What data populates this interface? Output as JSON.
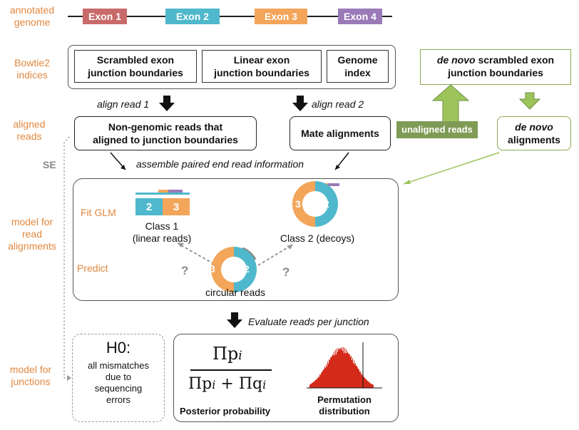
{
  "side_labels": {
    "annotated_genome": "annotated\ngenome",
    "bowtie2_indices": "Bowtie2\nindices",
    "aligned_reads": "aligned\nreads",
    "model_read_alignments": "model for\nread\nalignments",
    "model_junctions": "model for\njunctions"
  },
  "genome": {
    "exons": [
      {
        "label": "Exon 1",
        "color": "#c96a6a"
      },
      {
        "label": "Exon 2",
        "color": "#4fb8cc"
      },
      {
        "label": "Exon 3",
        "color": "#f3a55a"
      },
      {
        "label": "Exon 4",
        "color": "#9a7ab8"
      }
    ]
  },
  "indices": {
    "scrambled": "Scrambled exon\njunction boundaries",
    "linear": "Linear exon\njunction boundaries",
    "genome": "Genome\nindex"
  },
  "de_novo": {
    "scrambled_prefix": "de novo",
    "scrambled_rest": " scrambled exon\njunction boundaries",
    "alignments_prefix": "de novo",
    "alignments_rest": "alignments",
    "unaligned_reads": "unaligned reads"
  },
  "alignment": {
    "align_read1": "align read 1",
    "align_read2": "align read 2",
    "non_genomic": "Non-genomic reads that\naligned to junction boundaries",
    "mate": "Mate alignments",
    "se_label": "SE",
    "assemble": "assemble paired end read information"
  },
  "model": {
    "fit_glm": "Fit GLM",
    "predict": "Predict",
    "class1": "Class 1\n(linear reads)",
    "class2": "Class 2 (decoys)",
    "circular": "circular reads",
    "question": "?",
    "bar_left": "2",
    "bar_right": "3",
    "donut_left": "3",
    "donut_right": "2"
  },
  "junctions": {
    "evaluate": "Evaluate reads per junction",
    "h0_title": "H0:",
    "h0_text": "all mismatches\ndue to\nsequencing\nerrors",
    "posterior": "Posterior probability",
    "permutation": "Permutation\ndistribution",
    "formula_num": "Πp",
    "formula_den_left": "Πp",
    "formula_den_right": "Πq",
    "formula_plus": "+",
    "formula_sub": "i"
  },
  "colors": {
    "orange": "#e2883f",
    "teal": "#4fb8cc",
    "green": "#8aab4f",
    "green_box": "#6f8f44",
    "red_hist": "#d42a1a"
  }
}
